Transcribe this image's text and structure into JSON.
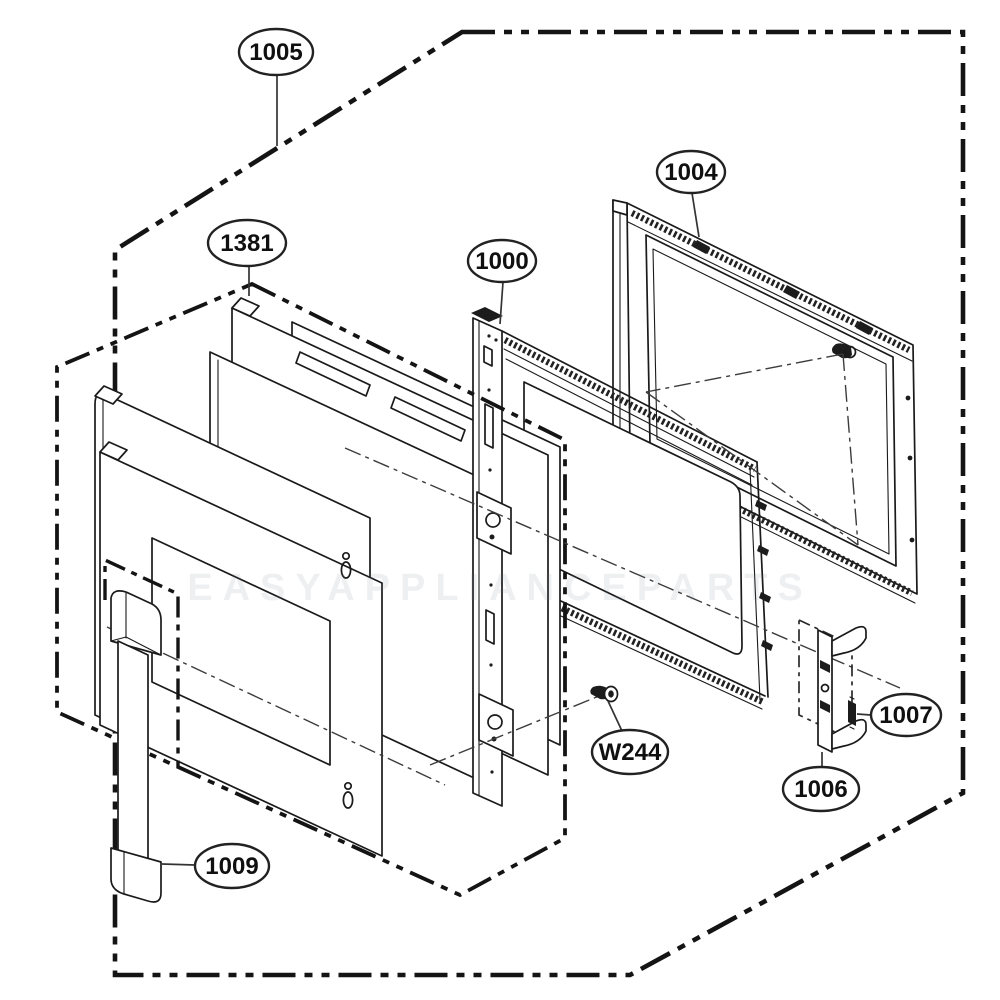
{
  "page": {
    "background": "#ffffff",
    "watermark": "EASYAPPLIANCEPARTS",
    "line_color": "#1a1a1a",
    "callout_text_color": "#101010"
  },
  "callouts": [
    {
      "id": "1005",
      "label": "1005"
    },
    {
      "id": "1381",
      "label": "1381"
    },
    {
      "id": "1000",
      "label": "1000"
    },
    {
      "id": "1004",
      "label": "1004"
    },
    {
      "id": "W244",
      "label": "W244"
    },
    {
      "id": "1006",
      "label": "1006"
    },
    {
      "id": "1007",
      "label": "1007"
    },
    {
      "id": "1009",
      "label": "1009"
    }
  ]
}
